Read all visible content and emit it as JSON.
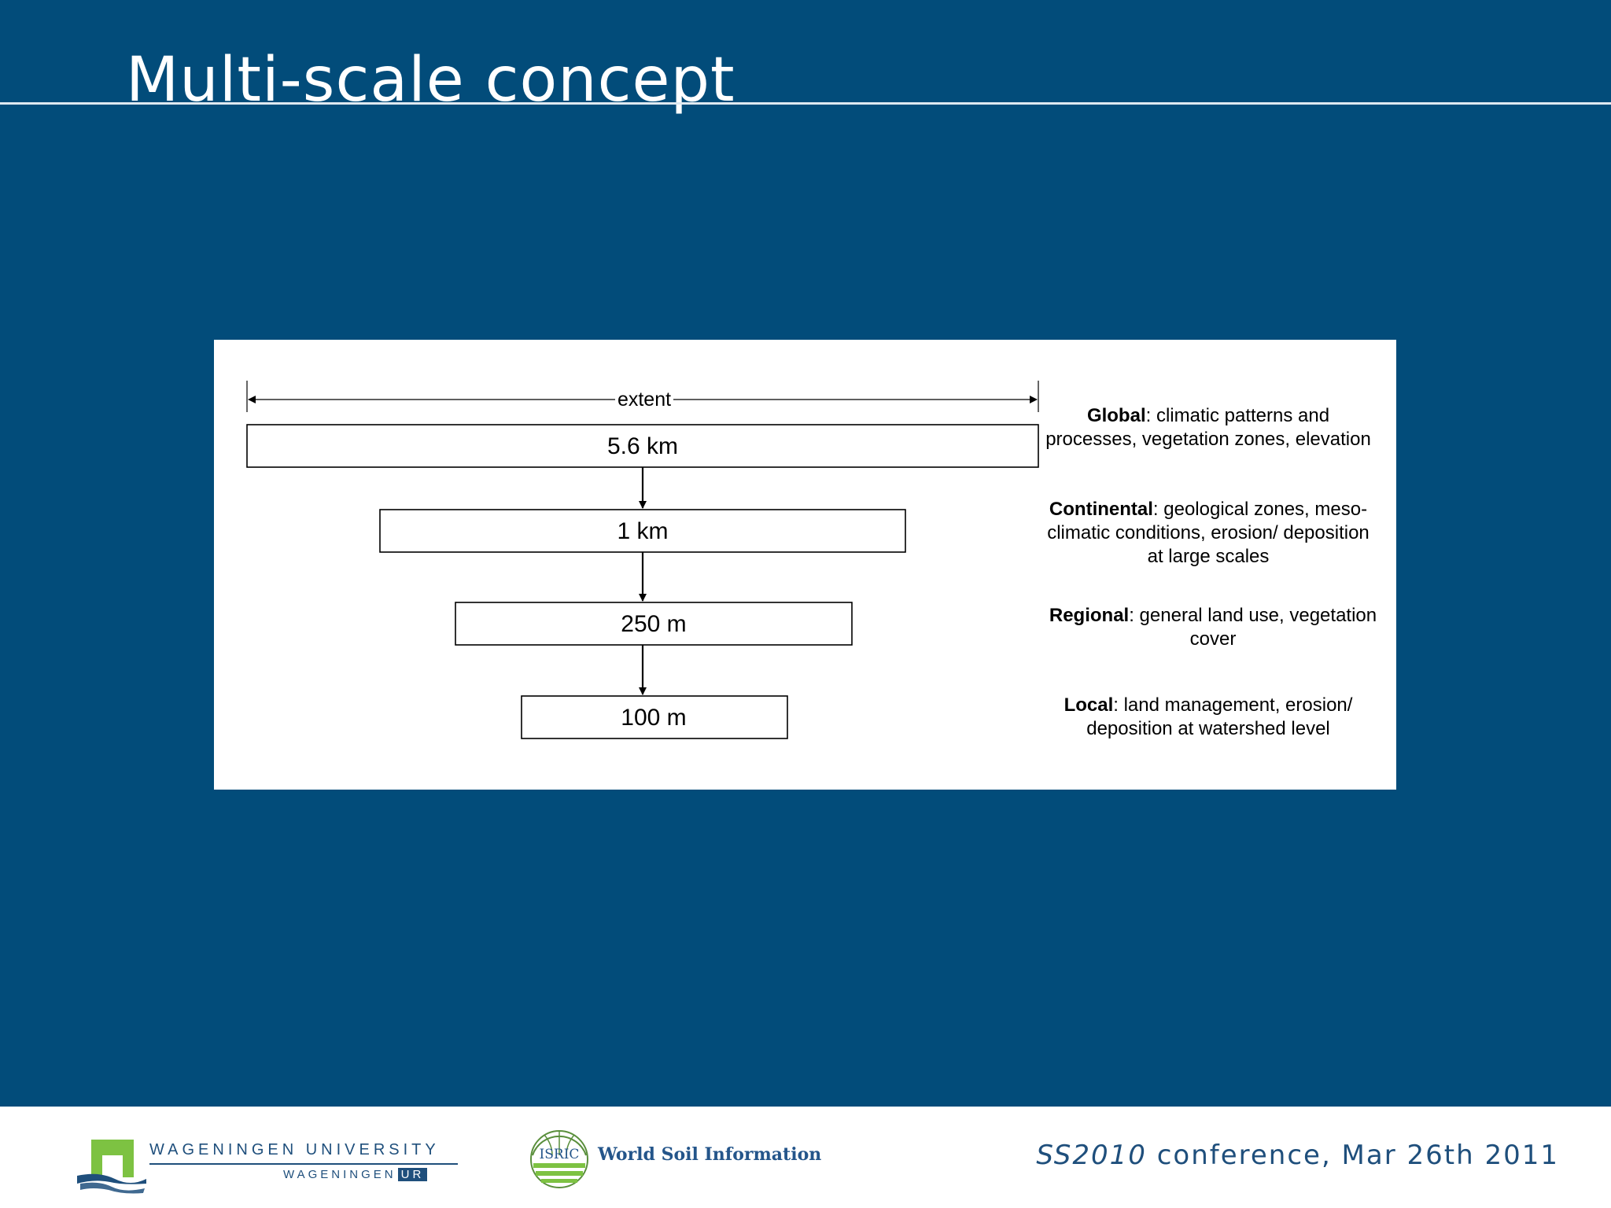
{
  "slide": {
    "title": "Multi-scale concept"
  },
  "figure": {
    "extent_label": "extent",
    "scales": [
      "5.6 km",
      "1 km",
      "250 m",
      "100 m"
    ],
    "descriptions": [
      {
        "bold": "Global",
        "text": ": climatic patterns and processes, vegetation zones, elevation"
      },
      {
        "bold": "Continental",
        "text": ": geological zones, meso-climatic conditions, erosion/ deposition at large scales"
      },
      {
        "bold": "Regional",
        "text": ": general land use, vegetation cover"
      },
      {
        "bold": "Local",
        "text": ": land management, erosion/ deposition at watershed level"
      }
    ]
  },
  "footer": {
    "wur_name": "WAGENINGEN UNIVERSITY",
    "wur_sub": "WAGENINGEN",
    "wur_ur": "UR",
    "isric_logo_text": "ISRIC",
    "isric_label": "World Soil Information",
    "conference_italic": "SS2010",
    "conference_rest": " conference, Mar 26th 2011"
  },
  "colors": {
    "background": "#024c7a",
    "footer_text": "#1f4f7c",
    "wur_green": "#7dc242"
  }
}
